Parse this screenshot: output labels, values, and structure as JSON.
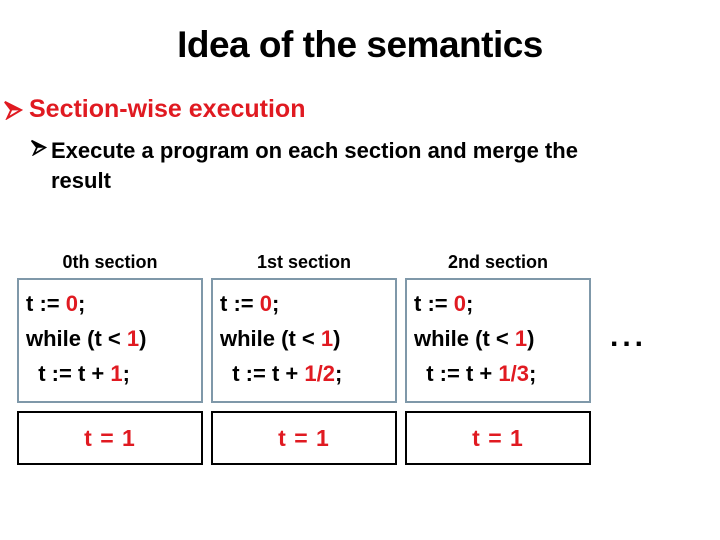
{
  "colors": {
    "accent_red": "#e01a21",
    "code_border": "#7f98a9",
    "result_border": "#000000",
    "text": "#000000"
  },
  "title": "Idea of the semantics",
  "bullets": {
    "arrow_icon": "arrowhead-right",
    "level1": "Section-wise execution",
    "level2": "Execute a program on each section and merge the\nresult"
  },
  "ellipsis": "...",
  "sections": [
    {
      "label": "0th section",
      "code": [
        {
          "pre": "t := ",
          "val": "0",
          "post": ";"
        },
        {
          "pre": "while (t < ",
          "val": "1",
          "post": ")"
        },
        {
          "pre": "  t := t + ",
          "val": "1",
          "post": ";"
        }
      ],
      "result": "t = 1"
    },
    {
      "label": "1st section",
      "code": [
        {
          "pre": "t := ",
          "val": "0",
          "post": ";"
        },
        {
          "pre": "while (t < ",
          "val": "1",
          "post": ")"
        },
        {
          "pre": "  t := t + ",
          "val": "1/2",
          "post": ";"
        }
      ],
      "result": "t = 1"
    },
    {
      "label": "2nd section",
      "code": [
        {
          "pre": "t := ",
          "val": "0",
          "post": ";"
        },
        {
          "pre": "while (t < ",
          "val": "1",
          "post": ")"
        },
        {
          "pre": "  t := t + ",
          "val": "1/3",
          "post": ";"
        }
      ],
      "result": "t = 1"
    }
  ]
}
